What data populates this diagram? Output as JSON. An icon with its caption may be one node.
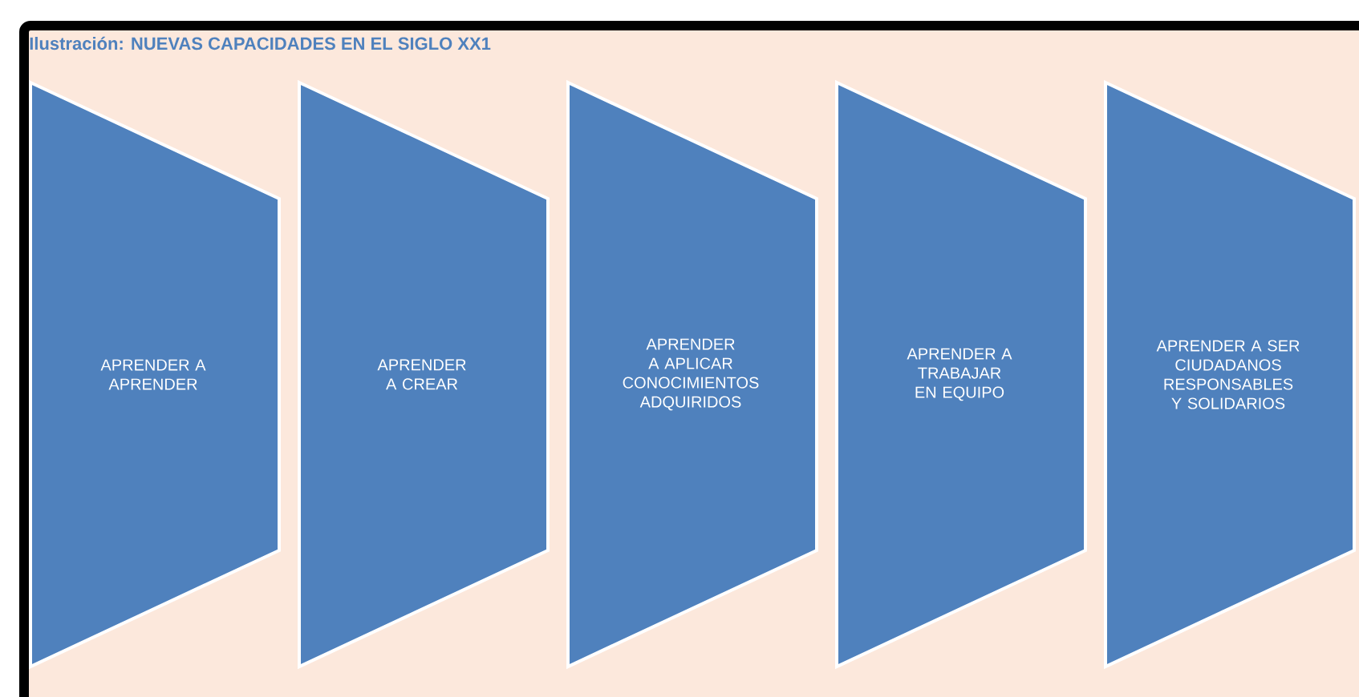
{
  "diagram": {
    "title": "Ilustración: NUEVAS CAPACIDADES EN EL SIGLO XX1",
    "nodes": [
      {
        "text": [
          "APRENDER A APRENDER"
        ]
      },
      {
        "text": [
          "APRENDER A CREAR"
        ]
      },
      {
        "text": [
          "APRENDER A APLICAR CONOCIMIENTOS ADQUIRIDOS"
        ]
      },
      {
        "text": [
          "APRENDER A TRABAJAR EN EQUIPO"
        ]
      },
      {
        "text": [
          "APRENDER A SER CIUDADANOS RESPONSABLES Y SOLIDARIOS"
        ]
      }
    ]
  }
}
